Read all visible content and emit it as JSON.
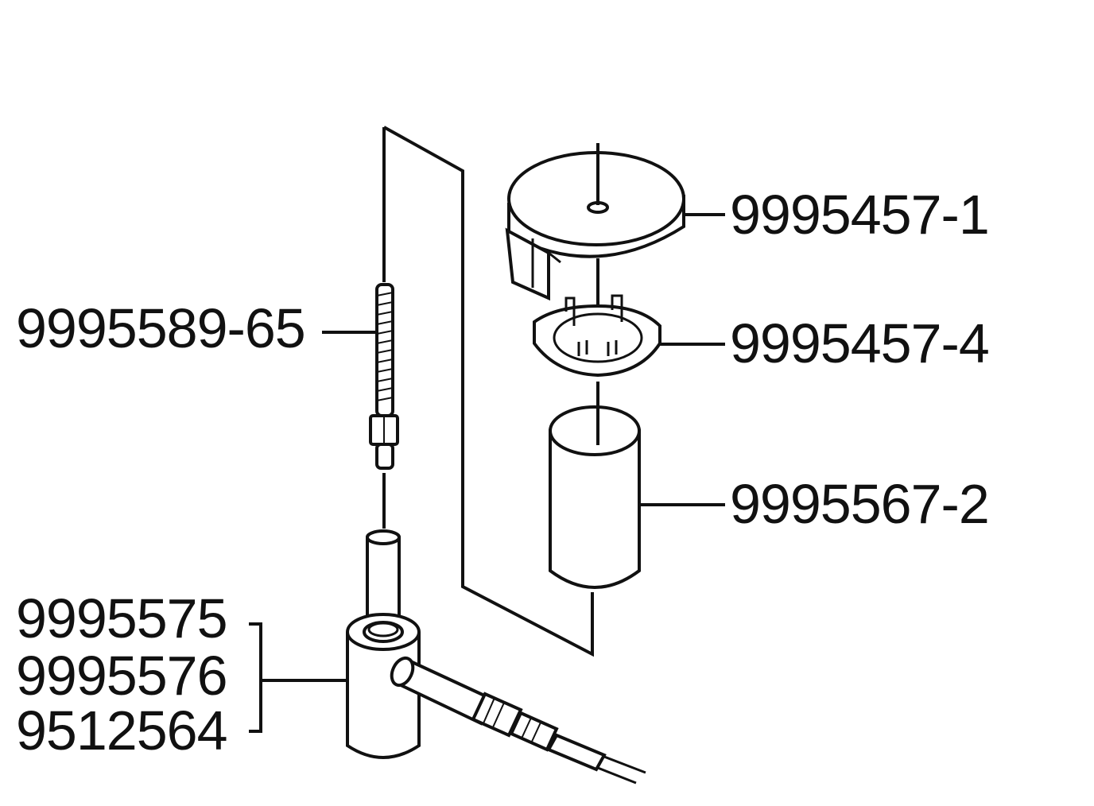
{
  "diagram": {
    "labels": {
      "cap": "9995457-1",
      "ring": "9995457-4",
      "sleeve": "9995567-2",
      "threaded_rod": "9995589-65",
      "base_line1": "9995575",
      "base_line2": "9995576",
      "base_line3": "9512564"
    }
  }
}
